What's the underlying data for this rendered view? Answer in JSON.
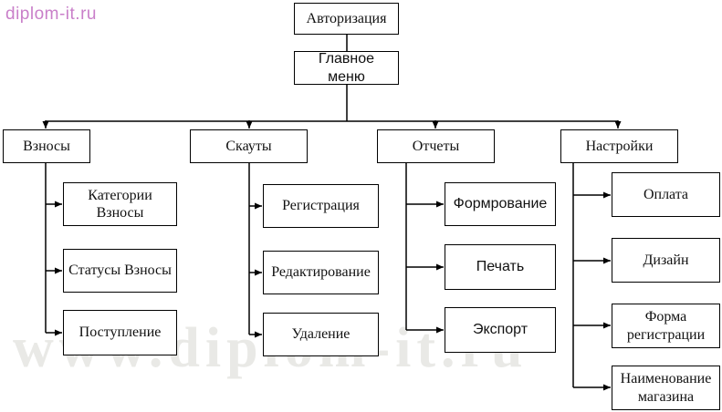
{
  "watermarks": {
    "corner": "diplom-it.ru",
    "main": "www.diplom-it.ru"
  },
  "colors": {
    "line": "#000000",
    "box_border": "#000000",
    "box_background": "#ffffff",
    "corner_watermark": "#c97fc9",
    "main_watermark": "#e9e9e6"
  },
  "diagram": {
    "root": {
      "label": "Авторизация"
    },
    "menu": {
      "label": "Главное меню"
    },
    "branches": [
      {
        "label": "Взносы",
        "children": [
          {
            "label": "Категории Взносы"
          },
          {
            "label": "Статусы Взносы"
          },
          {
            "label": "Поступление"
          }
        ]
      },
      {
        "label": "Скауты",
        "children": [
          {
            "label": "Регистрация"
          },
          {
            "label": "Редактирование"
          },
          {
            "label": "Удаление"
          }
        ]
      },
      {
        "label": "Отчеты",
        "children": [
          {
            "label": "Формрование"
          },
          {
            "label": "Печать"
          },
          {
            "label": "Экспорт"
          }
        ]
      },
      {
        "label": "Настройки",
        "children": [
          {
            "label": "Оплата"
          },
          {
            "label": "Дизайн"
          },
          {
            "label": "Форма регистрации"
          },
          {
            "label": "Наименование магазина"
          }
        ]
      }
    ]
  }
}
